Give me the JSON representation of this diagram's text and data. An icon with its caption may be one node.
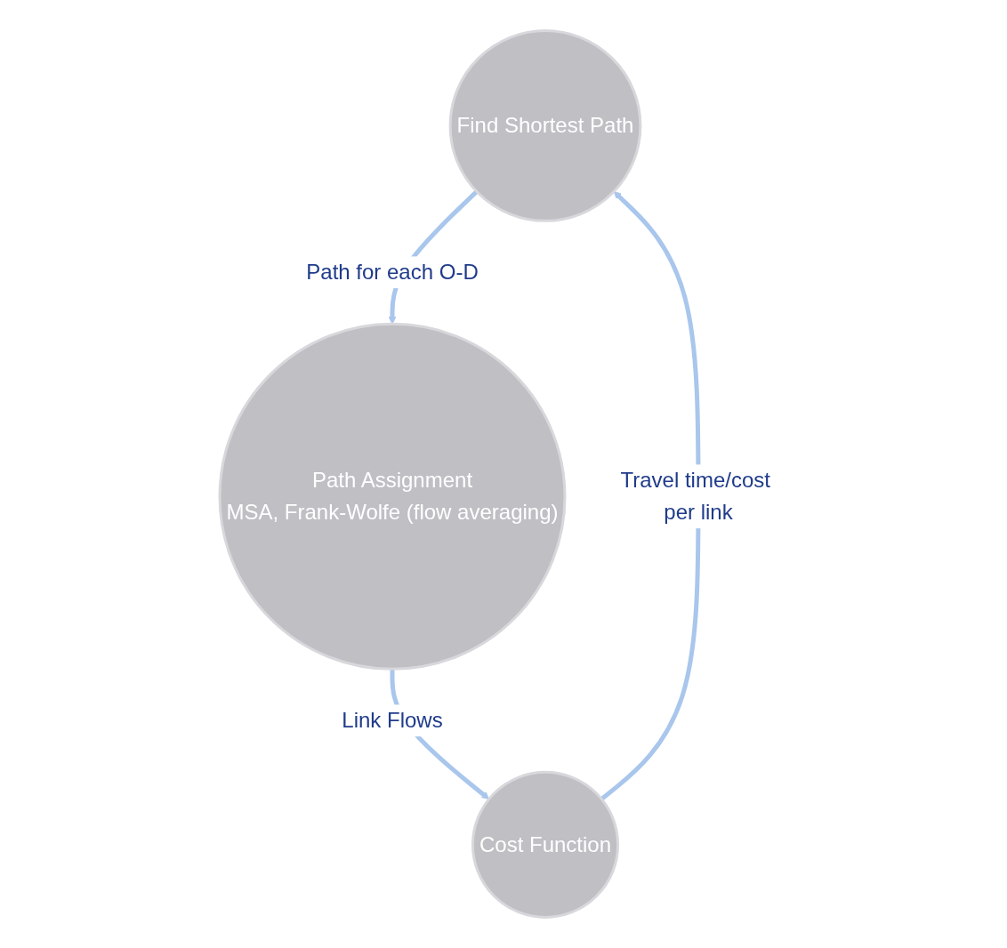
{
  "diagram": {
    "nodes": [
      {
        "text": [
          "Find Shortest Path"
        ]
      },
      {
        "text": [
          "Path Assignment",
          "MSA, Frank-Wolfe (flow averaging)"
        ]
      },
      {
        "text": [
          "Cost Function"
        ]
      }
    ],
    "edges": [
      {
        "from": 0,
        "to": 1,
        "arrow": "to",
        "label": "Path for each O-D"
      },
      {
        "from": 1,
        "to": 2,
        "arrow": "to",
        "label": "Link Flows"
      },
      {
        "from": 2,
        "to": 0,
        "arrow": "to",
        "label": "Travel time/cost per link"
      }
    ]
  }
}
